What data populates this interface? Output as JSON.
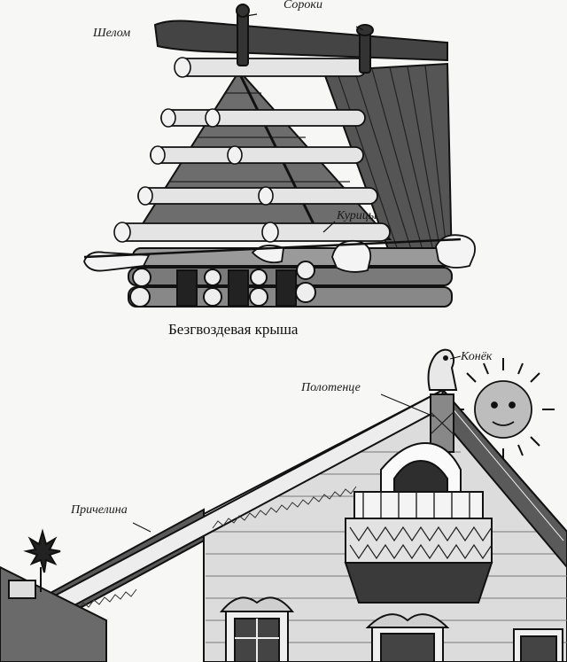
{
  "top_figure": {
    "labels": {
      "shelom": "Шелом",
      "soroki": "Сороки",
      "kuritsy": "Курицы"
    },
    "caption": "Безгвоздевая крыша"
  },
  "bottom_figure": {
    "labels": {
      "konek": "Конёк",
      "polotentse": "Полотенце",
      "prichelina": "Причелина"
    }
  }
}
